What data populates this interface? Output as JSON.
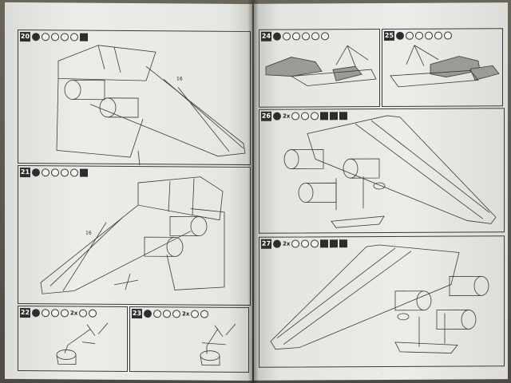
{
  "steps": {
    "s20": {
      "number": "20",
      "part_label": "16"
    },
    "s21": {
      "number": "21",
      "part_label": "16"
    },
    "s22": {
      "number": "22",
      "qty": "2x"
    },
    "s23": {
      "number": "23",
      "qty": "2x"
    },
    "s24": {
      "number": "24"
    },
    "s25": {
      "number": "25"
    },
    "s26": {
      "number": "26",
      "qty": "2x"
    },
    "s27": {
      "number": "27",
      "qty": "2x"
    }
  },
  "colors": {
    "paper": "#e9e9e6",
    "ink": "#3a3a3a",
    "shaded_part": "#9a9a96",
    "background": "#56524a"
  }
}
